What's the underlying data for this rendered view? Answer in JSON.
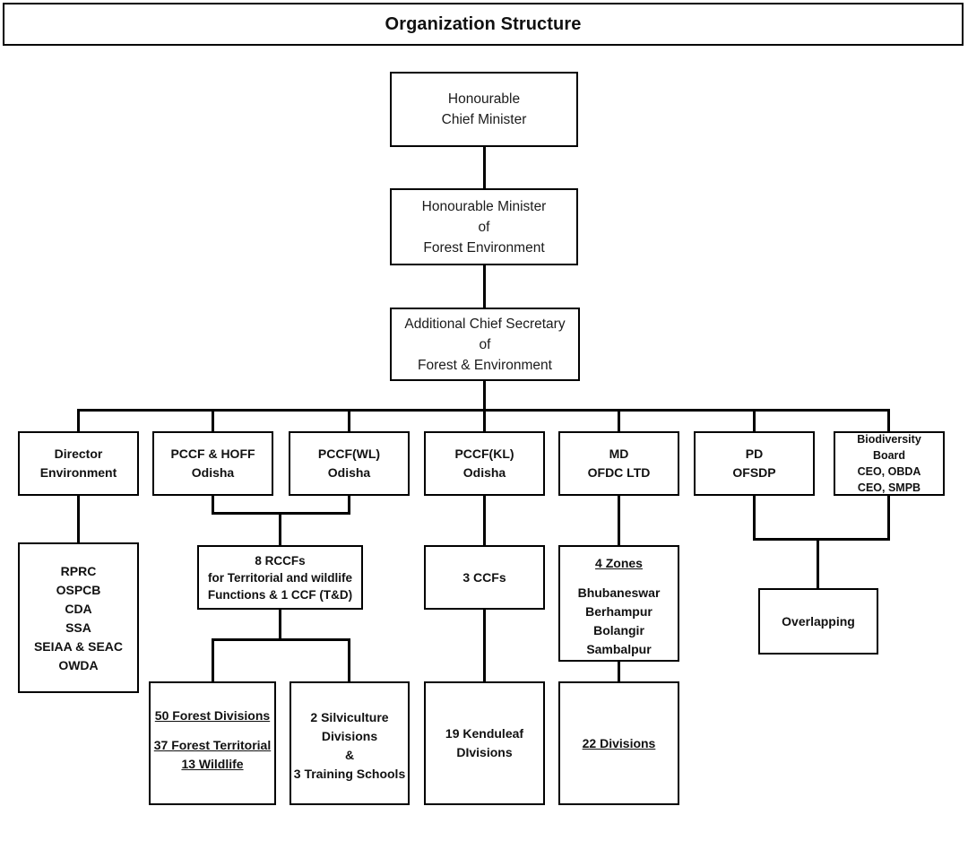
{
  "header": {
    "title": "Organization Structure"
  },
  "nodes": {
    "chief_minister": {
      "lines": [
        "Honourable",
        "Chief Minister"
      ]
    },
    "minister_forest": {
      "lines": [
        "Honourable Minister",
        "of",
        "Forest Environment"
      ]
    },
    "additional_chief_secretary": {
      "lines": [
        "Additional Chief Secretary",
        "of",
        "Forest & Environment"
      ]
    },
    "director_environment": {
      "lines": [
        "Director",
        "Environment"
      ]
    },
    "pccf_hoff": {
      "lines": [
        "PCCF & HOFF",
        "Odisha"
      ]
    },
    "pccf_wl": {
      "lines": [
        "PCCF(WL)",
        "Odisha"
      ]
    },
    "pccf_kl": {
      "lines": [
        "PCCF(KL)",
        "Odisha"
      ]
    },
    "md_ofdc": {
      "lines": [
        "MD",
        "OFDC LTD"
      ]
    },
    "pd_ofsdp": {
      "lines": [
        "PD",
        "OFSDP"
      ]
    },
    "biodiversity_board": {
      "lines": [
        "Biodiversity",
        "Board",
        "CEO, OBDA",
        "CEO, SMPB"
      ]
    },
    "agencies_list": {
      "lines": [
        "RPRC",
        "OSPCB",
        "CDA",
        "SSA",
        "SEIAA & SEAC",
        "OWDA"
      ]
    },
    "rccfs": {
      "lines": [
        "8 RCCFs",
        "for Territorial and wildlife",
        "Functions & 1 CCF (T&D)"
      ]
    },
    "ccfs": {
      "lines": [
        "3 CCFs"
      ]
    },
    "zones": {
      "heading": "4 Zones",
      "lines": [
        "Bhubaneswar",
        "Berhampur",
        "Bolangir",
        "Sambalpur"
      ]
    },
    "overlapping": {
      "lines": [
        "Overlapping"
      ]
    },
    "forest_divisions": {
      "line1": "50 Forest Divisions",
      "line2": "37 Forest Territorial",
      "line3": "13 Wildlife"
    },
    "silviculture": {
      "lines": [
        "2 Silviculture",
        "Divisions",
        "&",
        "3 Training Schools"
      ]
    },
    "kenduleaf": {
      "lines": [
        "19 Kenduleaf",
        "DIvisions"
      ]
    },
    "divisions_22": {
      "line1": "22 Divisions"
    }
  },
  "colors": {
    "border": "#000000",
    "background": "#ffffff",
    "text": "#111111"
  }
}
